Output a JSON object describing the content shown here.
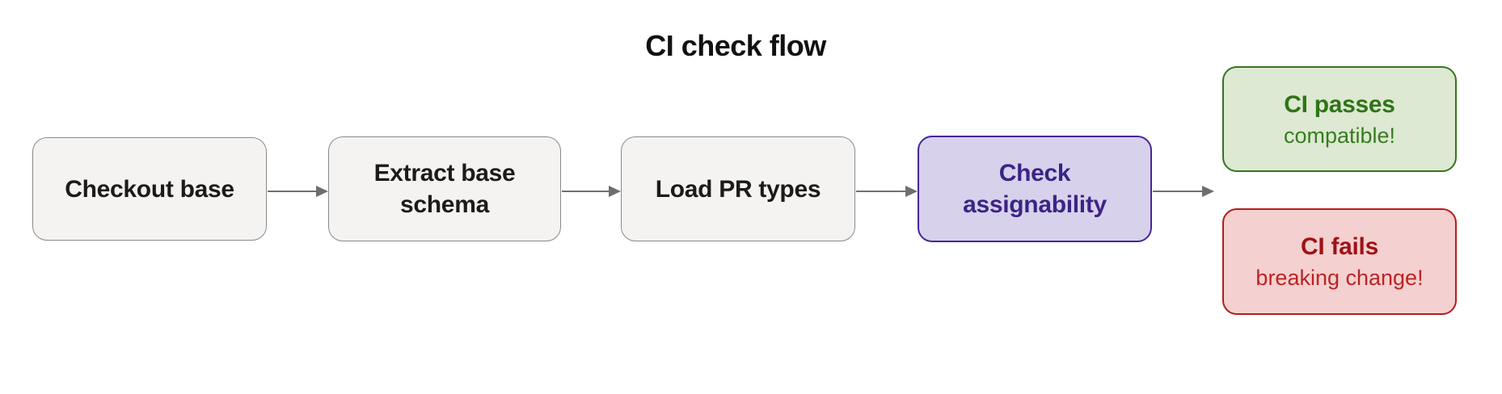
{
  "title": "CI check flow",
  "flow": {
    "steps": [
      {
        "id": "checkout-base",
        "label": "Checkout base"
      },
      {
        "id": "extract-base-schema",
        "label": "Extract base schema"
      },
      {
        "id": "load-pr-types",
        "label": "Load PR types"
      },
      {
        "id": "check-assignability",
        "label": "Check assignability"
      }
    ],
    "outcomes": [
      {
        "id": "ci-passes",
        "label": "CI passes",
        "sublabel": "compatible!",
        "status": "success"
      },
      {
        "id": "ci-fails",
        "label": "CI fails",
        "sublabel": "breaking change!",
        "status": "failure"
      }
    ]
  },
  "colors": {
    "step_fill": "#f4f3f1",
    "step_border": "#8a8a8a",
    "step_text": "#1b1b1b",
    "accent_fill": "#d8d1eb",
    "accent_border": "#46269c",
    "accent_text": "#3b2487",
    "success_fill": "#dde9d2",
    "success_border": "#35761f",
    "success_text": "#2f7418",
    "failure_fill": "#f5d0d0",
    "failure_border": "#b21d1d",
    "failure_text": "#9e1217",
    "arrow": "#717171"
  }
}
